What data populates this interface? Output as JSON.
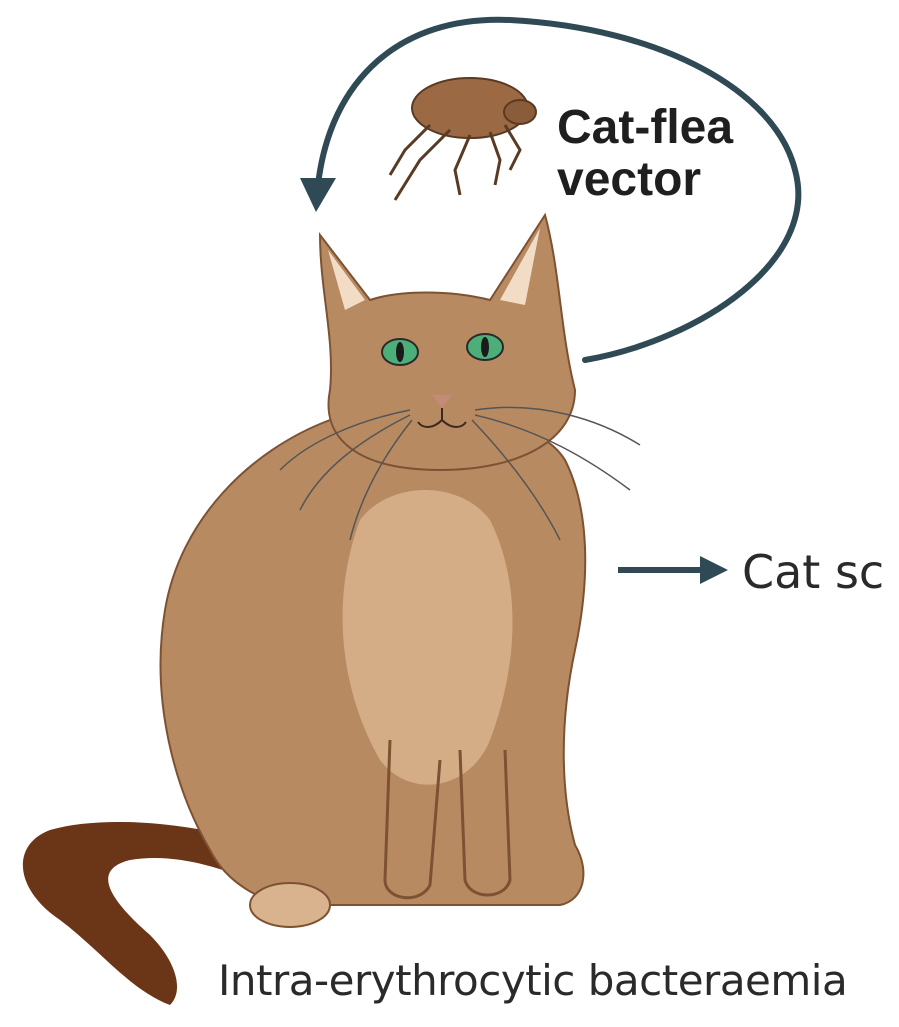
{
  "labels": {
    "vector_line1": "Cat-flea",
    "vector_line2": "vector",
    "outcome": "Cat sc",
    "bacteraemia": "Intra-erythrocytic bacteraemia"
  },
  "colors": {
    "arrow": "#2f4a55",
    "fur": "#b78a62",
    "fur_light": "#d9b38d",
    "fur_dark": "#8a5a35",
    "tail": "#6b3518",
    "eye": "#4caf7a",
    "ear_inner": "#f3dcc6",
    "flea": "#9b6a45"
  },
  "icons": {
    "cat": "cat-illustration",
    "flea": "flea-illustration",
    "cycle_arrow": "curved-cycle-arrow",
    "outcome_arrow": "right-arrow"
  }
}
